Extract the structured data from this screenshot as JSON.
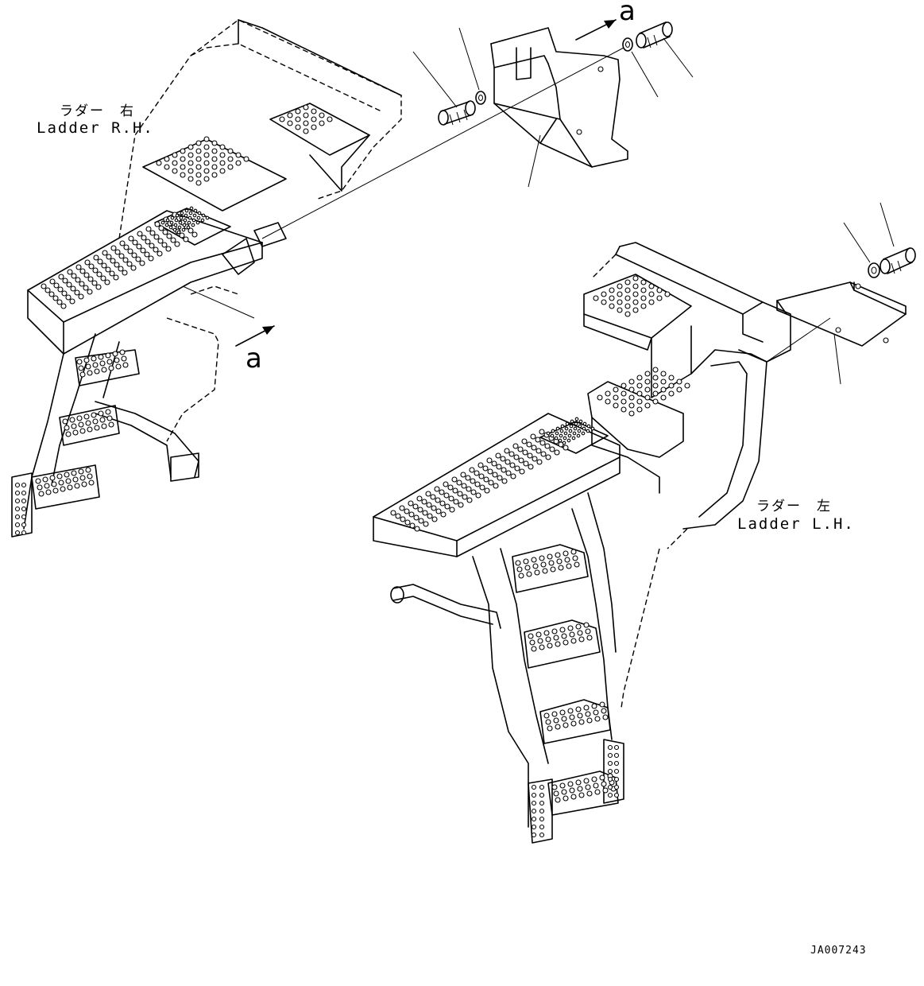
{
  "labels": {
    "ladder_rh_jp": "ラダー　右",
    "ladder_rh_en": "Ladder R.H.",
    "ladder_lh_jp": "ラダー　左",
    "ladder_lh_en": "Ladder L.H.",
    "view_marker_top": "a",
    "view_marker_left": "a",
    "drawing_code": "JA007243"
  }
}
